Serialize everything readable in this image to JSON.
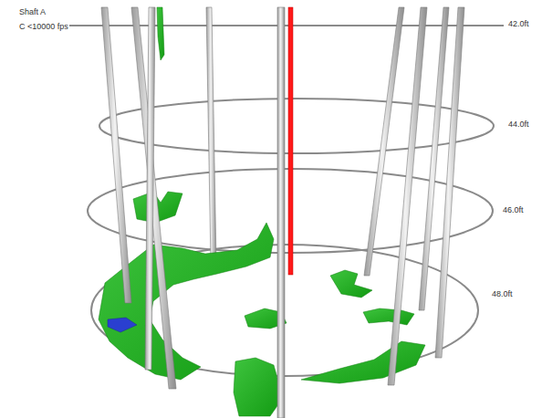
{
  "diagram": {
    "title": "Shaft A",
    "labels": [
      "C <10000 fps",
      "42.0ft",
      "44.0ft",
      "46.0ft",
      "48.0ft"
    ]
  }
}
